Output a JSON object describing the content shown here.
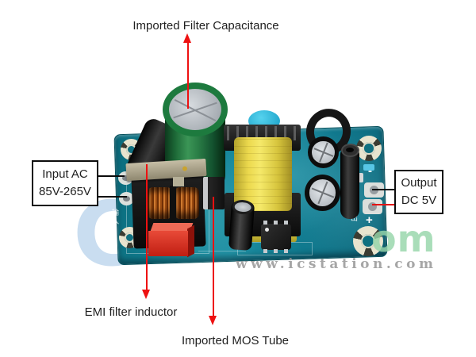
{
  "annotations": {
    "capacitor_label": "Imported Filter Capacitance",
    "emi_label": "EMI filter inductor",
    "mos_label": "Imported MOS Tube",
    "input_box": {
      "line1": "Input AC",
      "line2": "85V-265V"
    },
    "output_box": {
      "line1": "Output",
      "line2": "DC 5V"
    }
  },
  "board": {
    "silkscreen_input": "输入",
    "silkscreen_output": "输出",
    "output_minus": "-",
    "output_plus": "+"
  },
  "watermarks": {
    "logo_fragment_left": "C",
    "logo_fragment_right": "om",
    "site": "www.icstation.com"
  },
  "colors": {
    "pcb_teal": "#12808f",
    "arrow_red": "#ee1111",
    "transformer_yellow": "#e9d84e",
    "capacitor_green": "#1f7a40",
    "copper_winding": "#c4702c",
    "red_capacitor": "#d8281c",
    "watermark_green": "#96d6aa",
    "watermark_blue": "#a8c8e6",
    "watermark_gray": "#969696"
  }
}
